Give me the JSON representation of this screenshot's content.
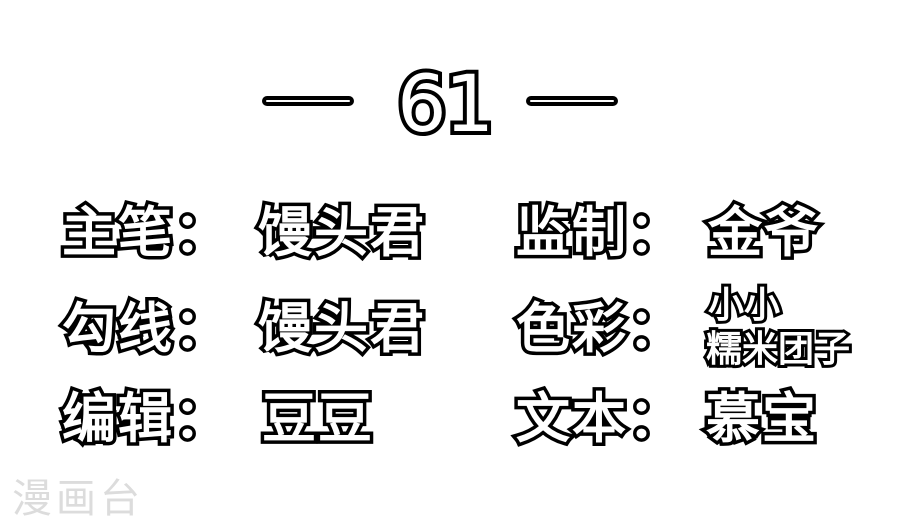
{
  "chapter": {
    "number": "61"
  },
  "credits": {
    "left": [
      {
        "label": "主笔：",
        "value": "馒头君"
      },
      {
        "label": "勾线：",
        "value": "馒头君"
      },
      {
        "label": "编辑：",
        "value": "豆豆"
      }
    ],
    "right": [
      {
        "label": "监制：",
        "value": "金爷"
      },
      {
        "label": "色彩：",
        "value_line1": "小小",
        "value_line2": "糯米团子"
      },
      {
        "label": "文本：",
        "value": "慕宝"
      }
    ]
  },
  "watermark": {
    "text": "漫画台"
  },
  "colors": {
    "background": "#ffffff",
    "text_fill": "#ffffff",
    "text_stroke": "#000000",
    "watermark": "#dcdcdc"
  }
}
